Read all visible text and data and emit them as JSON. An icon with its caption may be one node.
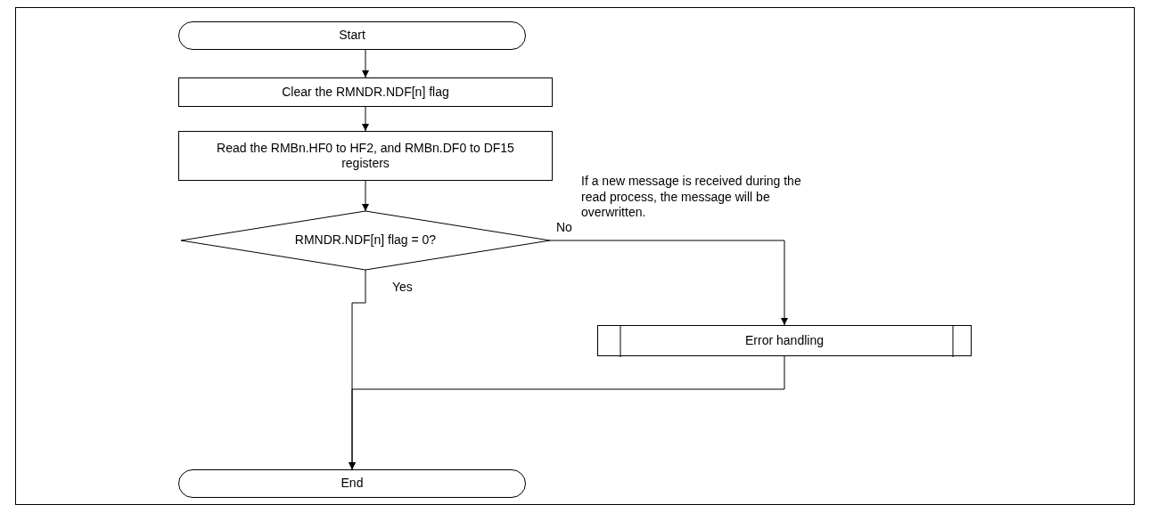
{
  "diagram": {
    "nodes": [
      {
        "text": [
          "Start"
        ]
      },
      {
        "text": [
          "Clear the RMNDR.NDF[n] flag"
        ]
      },
      {
        "text": [
          "Read the RMBn.HF0 to HF2, and RMBn.DF0 to DF15 registers"
        ]
      },
      {
        "text": [
          "RMNDR.NDF[n] flag = 0?"
        ]
      },
      {
        "text": [
          "Error handling"
        ]
      },
      {
        "text": [
          "End"
        ]
      }
    ],
    "edges": [
      {
        "from": 0,
        "to": 1,
        "arrow": "to"
      },
      {
        "from": 1,
        "to": 2,
        "arrow": "to"
      },
      {
        "from": 2,
        "to": 3,
        "arrow": "to"
      },
      {
        "from": 3,
        "to": 4,
        "arrow": "to",
        "label": "No"
      },
      {
        "from": 3,
        "to": 5,
        "arrow": "to",
        "label": "Yes"
      },
      {
        "from": 4,
        "to": 5,
        "arrow": "to"
      }
    ],
    "labels": [
      "If a new message is received during the read process, the message will be overwritten."
    ]
  }
}
